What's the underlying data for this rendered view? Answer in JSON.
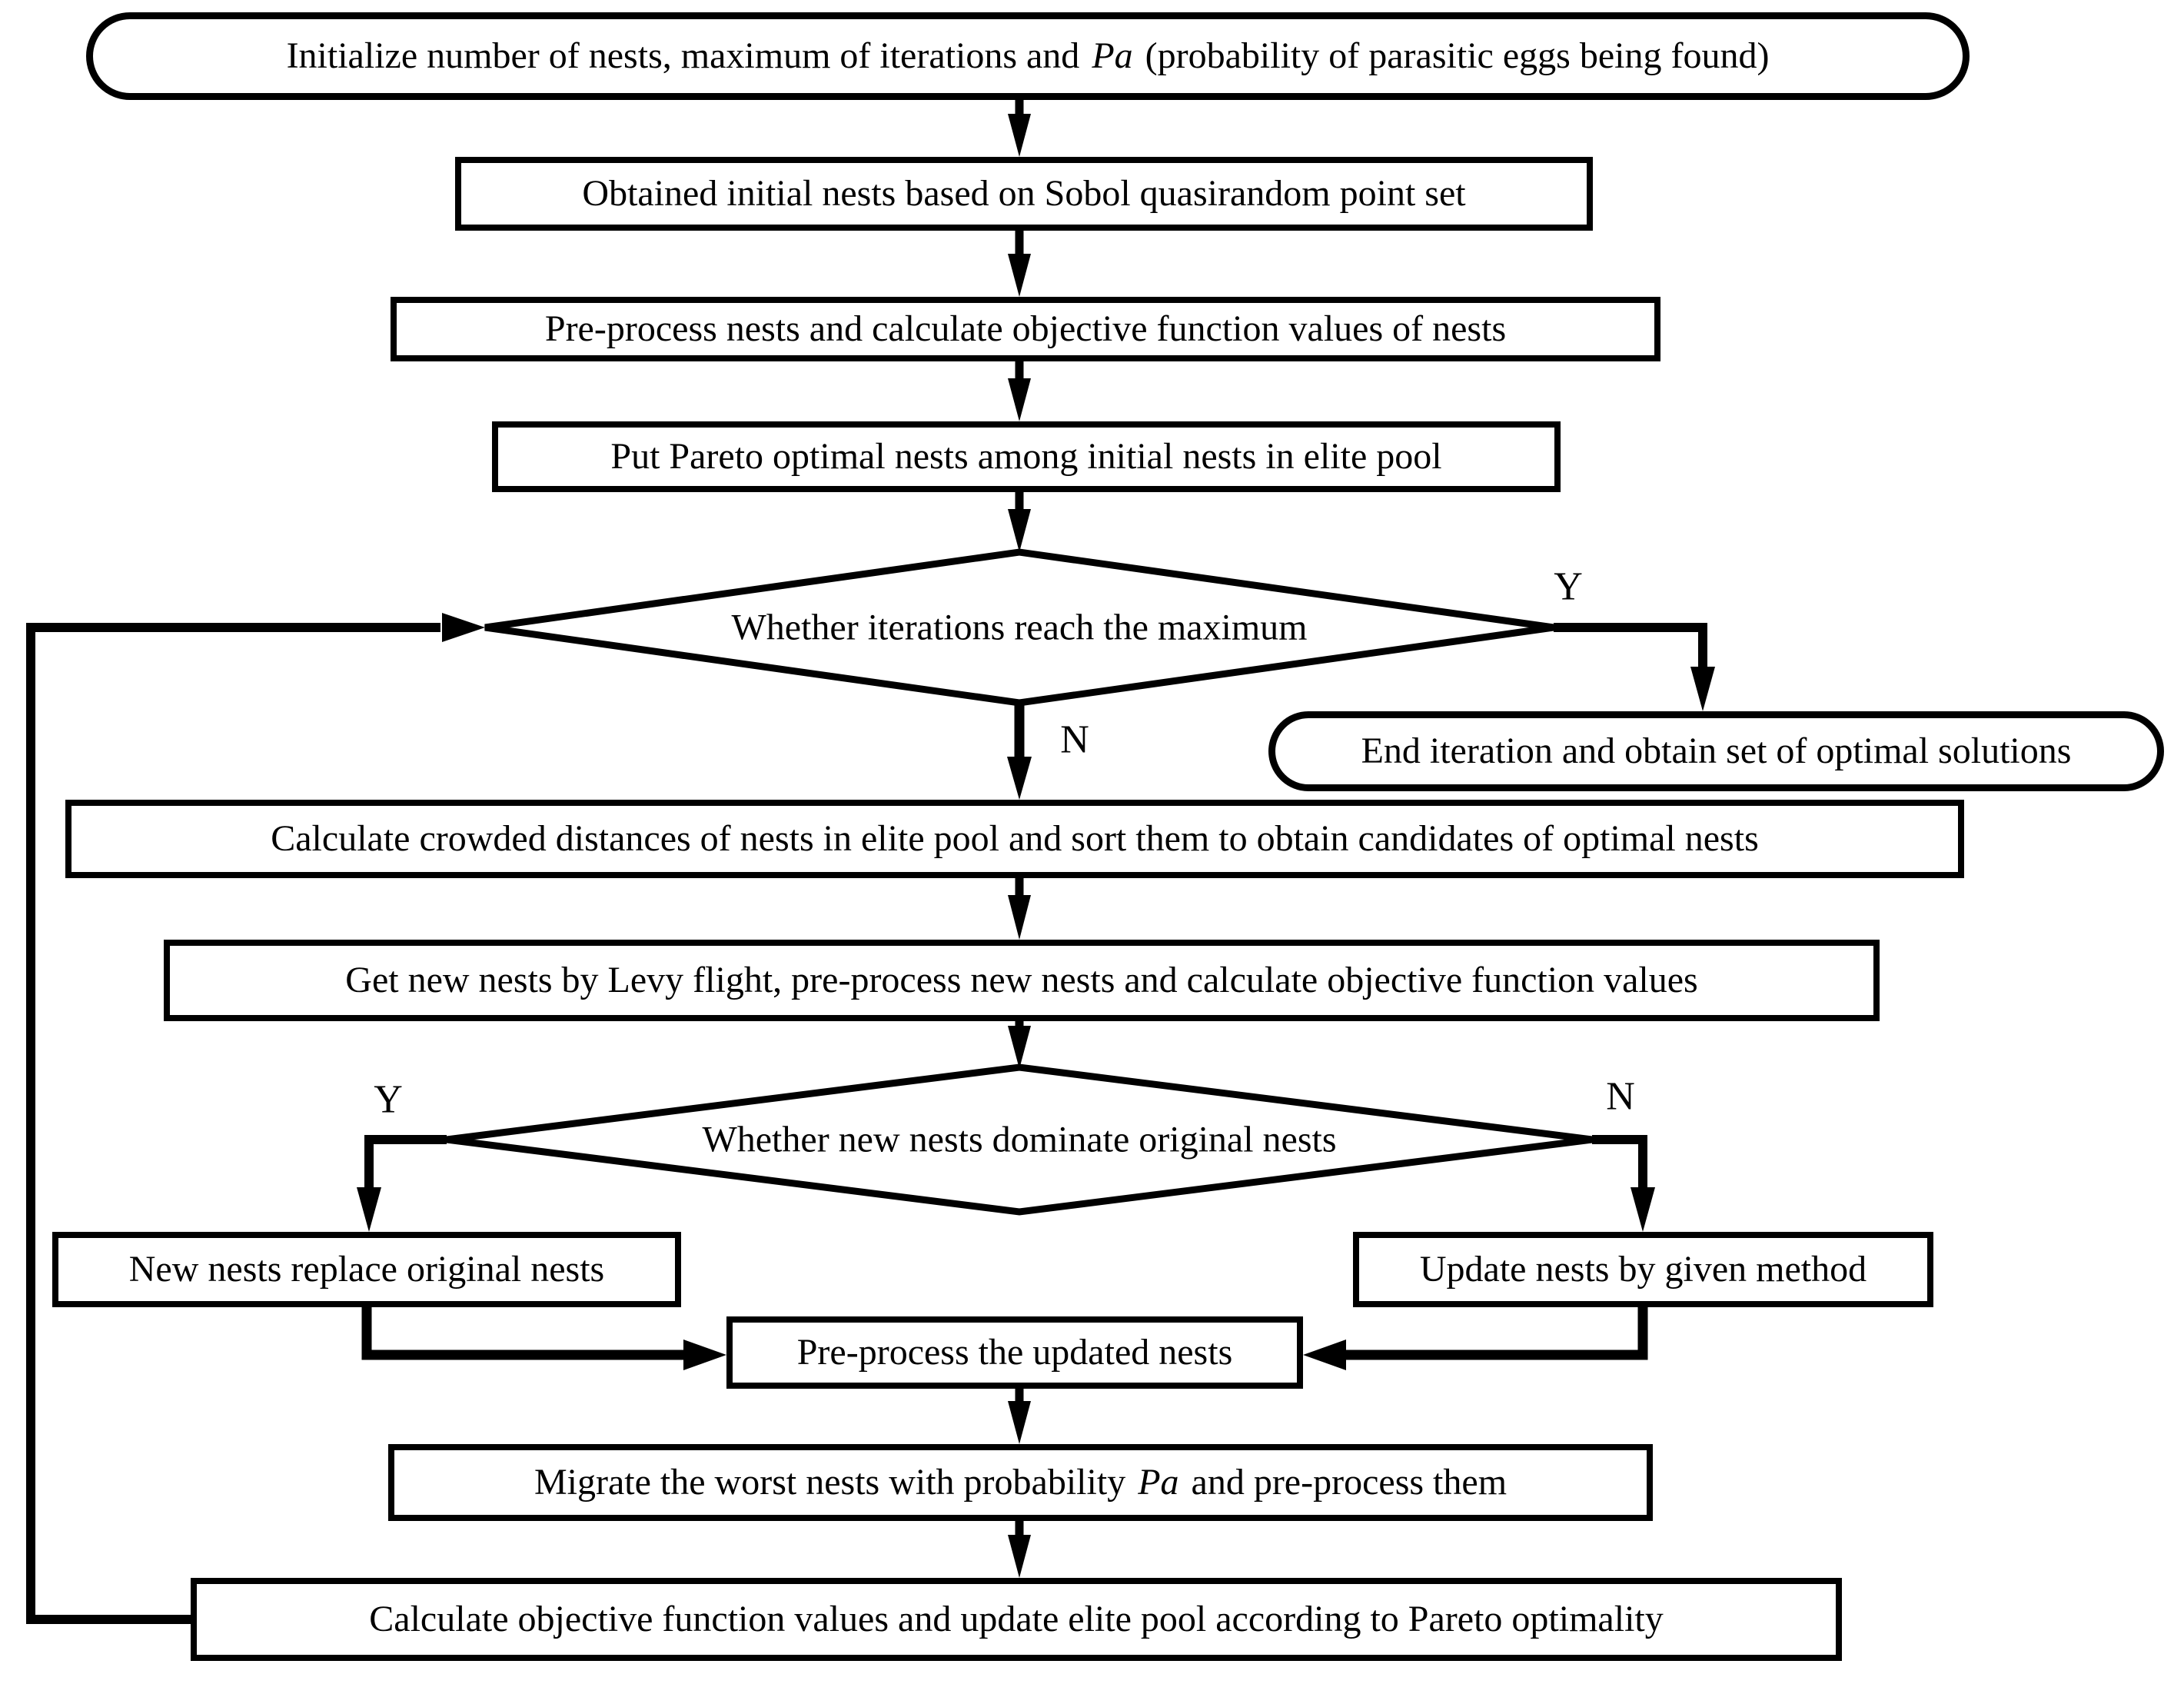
{
  "colors": {
    "ink": "#000000",
    "background": "#ffffff"
  },
  "nodes": {
    "start": {
      "shape": "terminator",
      "text_pre": "Initialize number of nests, maximum of iterations and",
      "text_italic": "Pa",
      "text_post": "(probability of parasitic eggs being found)"
    },
    "sobol": {
      "shape": "process",
      "text": "Obtained initial nests based on Sobol quasirandom point set"
    },
    "preprocess_initial": {
      "shape": "process",
      "text": "Pre-process nests and calculate objective function values of nests"
    },
    "pareto_pool": {
      "shape": "process",
      "text": "Put Pareto optimal nests among initial nests in elite pool"
    },
    "iteration_check": {
      "shape": "decision",
      "text": "Whether iterations reach the maximum",
      "yes_label": "Y",
      "no_label": "N"
    },
    "end": {
      "shape": "terminator",
      "text": "End iteration and obtain set of optimal solutions"
    },
    "crowded_sort": {
      "shape": "process",
      "text": "Calculate crowded distances of nests in elite pool and sort them to obtain candidates of optimal nests"
    },
    "levy_flight": {
      "shape": "process",
      "text": "Get new nests by Levy flight, pre-process new nests and calculate objective function values"
    },
    "dominate_check": {
      "shape": "decision",
      "text": "Whether new nests dominate original nests",
      "yes_label": "Y",
      "no_label": "N"
    },
    "replace": {
      "shape": "process",
      "text": "New nests replace original nests"
    },
    "update": {
      "shape": "process",
      "text": "Update nests by given method"
    },
    "preprocess_updated": {
      "shape": "process",
      "text": "Pre-process the updated nests"
    },
    "migrate": {
      "shape": "process",
      "text_pre": "Migrate the worst nests with probability",
      "text_italic": "Pa",
      "text_post": "and pre-process them"
    },
    "final_update": {
      "shape": "process",
      "text": "Calculate objective function values and update elite pool according to Pareto optimality"
    }
  }
}
